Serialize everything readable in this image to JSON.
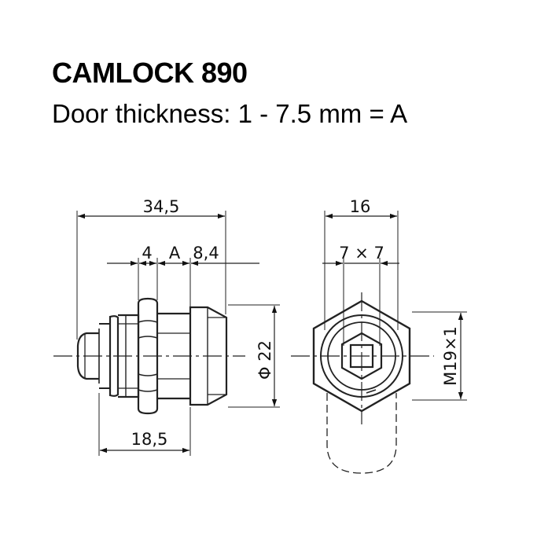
{
  "title": "CAMLOCK 890",
  "subtitle": "Door thickness: 1 - 7.5 mm = A",
  "dimensions": {
    "overall_length": "34,5",
    "nut_width": "4",
    "door_thickness": "A",
    "cam_length": "8,4",
    "body_diameter": "Φ 22",
    "front_length": "18,5",
    "hex_width": "16",
    "square_key": "7 × 7",
    "thread": "M19×1"
  }
}
